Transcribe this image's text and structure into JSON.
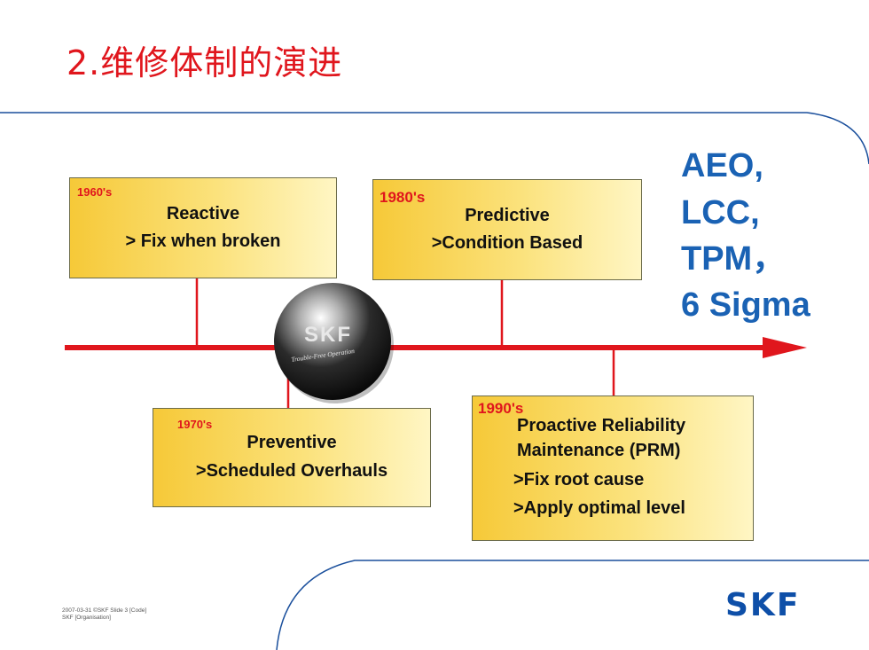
{
  "title": "2.维修体制的演进",
  "boxes": [
    {
      "year": "1960's",
      "lines": [
        "Reactive",
        "> Fix when broken"
      ]
    },
    {
      "year": "1970's",
      "lines": [
        "Preventive",
        ">Scheduled Overhauls"
      ]
    },
    {
      "year": "1980's",
      "lines": [
        "Predictive",
        ">Condition Based"
      ]
    },
    {
      "year": "1990's",
      "lines": [
        "Proactive Reliability",
        "Maintenance (PRM)",
        ">Fix root cause",
        ">Apply optimal level"
      ]
    }
  ],
  "side_text": [
    "AEO,",
    "LCC,",
    "TPM，",
    "6 Sigma"
  ],
  "ball": {
    "brand": "SKF",
    "tagline": "Trouble-Free Operation"
  },
  "footer": {
    "line1": "2007-03-31  ©SKF  Slide 3  [Code]",
    "line2": "SKF [Organisation]"
  },
  "logo": "SKF",
  "colors": {
    "title": "#e0161d",
    "arrow": "#e0161d",
    "side_text": "#1a62b4",
    "curves": "#1a4f9c"
  }
}
